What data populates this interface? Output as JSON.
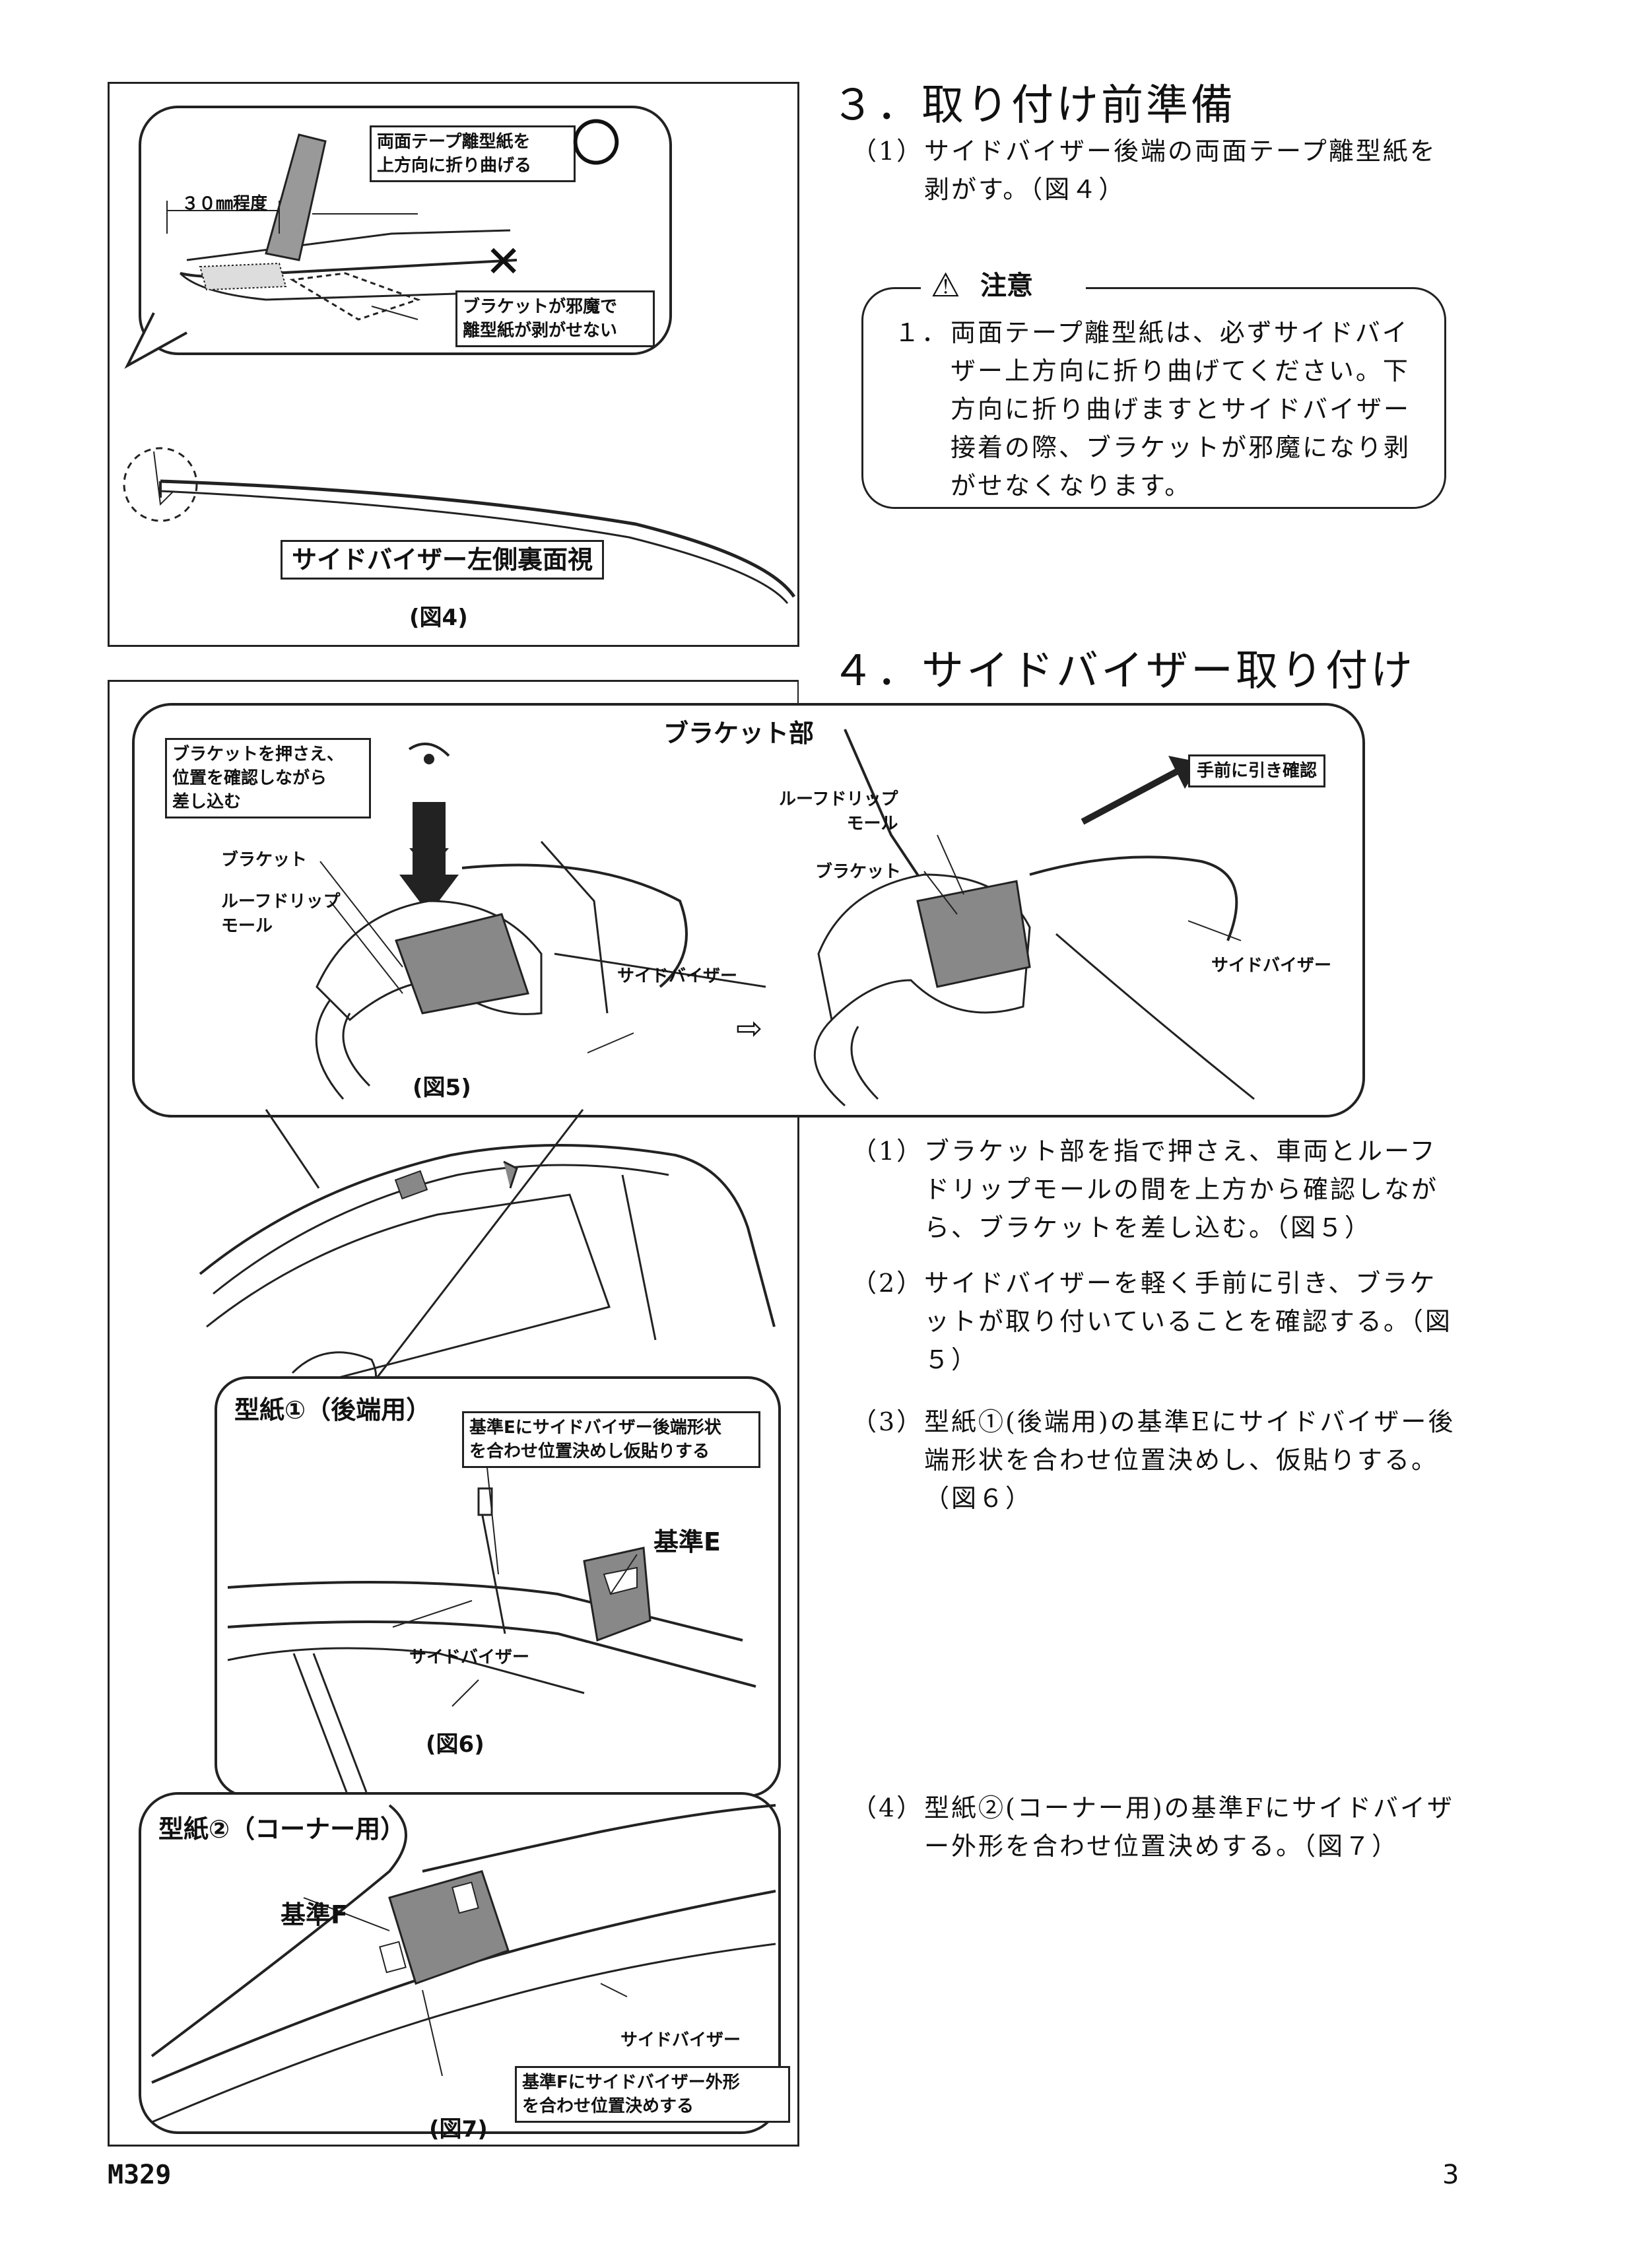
{
  "figure4": {
    "tape_label": "両面テープ離型紙を上方向に折り曲げる",
    "tape_label_line1": "両面テープ離型紙を",
    "tape_label_line2": "上方向に折り曲げる",
    "ok_mark": "〇",
    "ng_mark": "✕",
    "length_label": "３０㎜程度",
    "bracket_warning_line1": "ブラケットが邪魔で",
    "bracket_warning_line2": "離型紙が剥がせない",
    "view_title": "サイドバイザー左側裏面視",
    "caption": "(図4)"
  },
  "section3": {
    "heading": "３．取り付け前準備",
    "step1_num": "（1）",
    "step1_text": "サイドバイザー後端の両面テープ離型紙を剥がす。（図４）",
    "caution_icon": "⚠",
    "caution_title": "注意",
    "caution_num": "１．",
    "caution_text": "両面テープ離型紙は、必ずサイドバイザー上方向に折り曲げてください。下方向に折り曲げますとサイドバイザー接着の際、ブラケットが邪魔になり剥がせなくなります。"
  },
  "section4": {
    "heading": "４．サイドバイザー取り付け",
    "step1_num": "（1）",
    "step1_text": "ブラケット部を指で押さえ、車両とルーフドリップモールの間を上方から確認しながら、ブラケットを差し込む。（図５）",
    "step2_num": "（2）",
    "step2_text": "サイドバイザーを軽く手前に引き、ブラケットが取り付いていることを確認する。（図５）",
    "step3_num": "（3）",
    "step3_text": "型紙①(後端用)の基準Eにサイドバイザー後端形状を合わせ位置決めし、仮貼りする。（図６）",
    "step4_num": "（4）",
    "step4_text": "型紙②(コーナー用)の基準Fにサイドバイザー外形を合わせ位置決めする。（図７）"
  },
  "figure5": {
    "bracket_section": "ブラケット部",
    "press_label_line1": "ブラケットを押さえ、",
    "press_label_line2": "位置を確認しながら",
    "press_label_line3": "差し込む",
    "bracket": "ブラケット",
    "roof_drip_line1": "ルーフドリップ",
    "roof_drip_line2": "モール",
    "side_visor": "サイドバイザー",
    "pull_label": "手前に引き確認",
    "arrow": "⇨",
    "caption": "(図5)"
  },
  "figure6": {
    "title": "型紙①（後端用）",
    "align_line1": "基準Eにサイドバイザー後端形状",
    "align_line2": "を合わせ位置決めし仮貼りする",
    "ref_label": "基準E",
    "side_visor": "サイドバイザー",
    "caption": "(図6)"
  },
  "figure7": {
    "title": "型紙②（コーナー用）",
    "ref_label": "基準F",
    "side_visor": "サイドバイザー",
    "align_line1": "基準Fにサイドバイザー外形",
    "align_line2": "を合わせ位置決めする",
    "caption": "(図7)"
  },
  "footer": {
    "doc_code": "M329",
    "page_number": "3"
  }
}
